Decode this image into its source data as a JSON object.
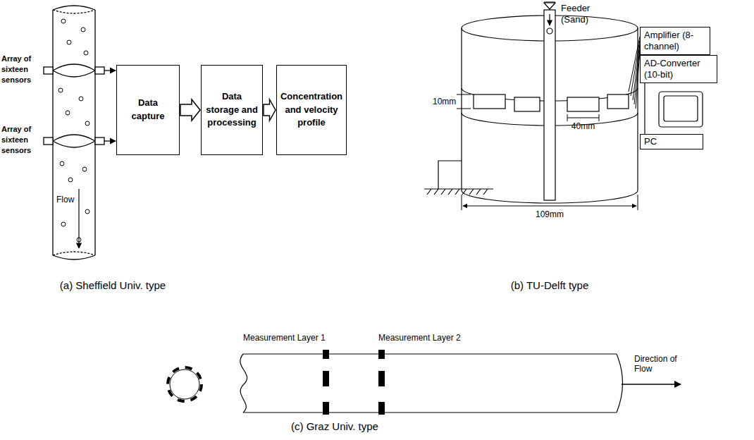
{
  "diagram": {
    "nodes": [
      {
        "text": [
          "Data capture"
        ]
      },
      {
        "text": [
          "Data storage and processing"
        ]
      },
      {
        "text": [
          "Concentration and velocity profile"
        ]
      },
      {
        "text": [
          "Amplifier (8-channel)"
        ]
      },
      {
        "text": [
          "AD-Converter (10-bit)"
        ]
      },
      {
        "text": [
          "PC"
        ]
      }
    ],
    "edges": [
      {
        "from": 0,
        "to": 1,
        "arrow": "to"
      },
      {
        "from": 1,
        "to": 2,
        "arrow": "to"
      },
      {
        "from": 4,
        "to": 5,
        "arrow": "none"
      }
    ],
    "labels": [
      "Array of sixteen sensors",
      "Array of sixteen sensors",
      "Flow",
      "Feeder (Sand)",
      "10mm",
      "40mm",
      "109mm",
      "Measurement Layer 1",
      "Measurement Layer 2",
      "Direction of Flow",
      "(a) Sheffield Univ. type",
      "(b) TU-Delft type",
      "(c) Graz Univ. type"
    ]
  }
}
